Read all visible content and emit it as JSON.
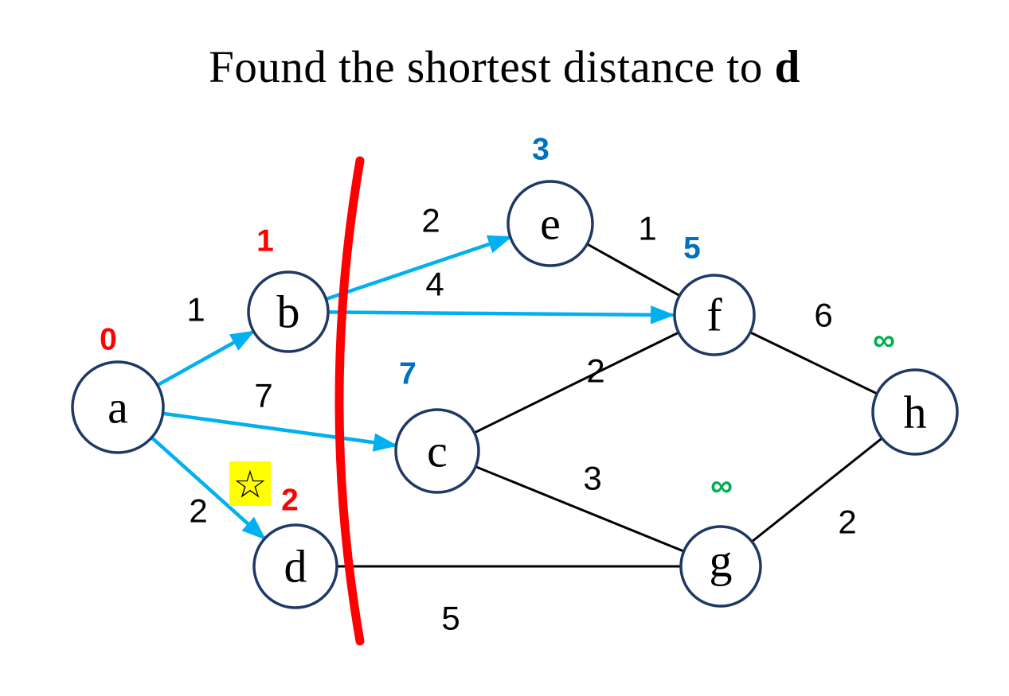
{
  "title": {
    "text": "Found the shortest distance to ",
    "emphasis": "d"
  },
  "colors": {
    "red": "#FF0000",
    "blue": "#0070C0",
    "green": "#00B050",
    "cyan": "#00B0F0",
    "node_stroke": "#1F3864",
    "highlight": "#FFFF00"
  },
  "nodes": {
    "a": {
      "label": "a",
      "distance": "0"
    },
    "b": {
      "label": "b",
      "distance": "1"
    },
    "c": {
      "label": "c",
      "distance": "7"
    },
    "d": {
      "label": "d",
      "distance": "2"
    },
    "e": {
      "label": "e",
      "distance": "3"
    },
    "f": {
      "label": "f",
      "distance": "5"
    },
    "g": {
      "label": "g",
      "distance": "∞"
    },
    "h": {
      "label": "h",
      "distance": "∞"
    }
  },
  "edges": {
    "ab": {
      "weight": "1"
    },
    "ac": {
      "weight": "7"
    },
    "ad": {
      "weight": "2"
    },
    "be": {
      "weight": "2"
    },
    "bf": {
      "weight": "4"
    },
    "ef": {
      "weight": "1"
    },
    "cf": {
      "weight": "2"
    },
    "cg": {
      "weight": "3"
    },
    "dg": {
      "weight": "5"
    },
    "fh": {
      "weight": "6"
    },
    "gh": {
      "weight": "2"
    }
  },
  "marker": {
    "star": "☆"
  }
}
